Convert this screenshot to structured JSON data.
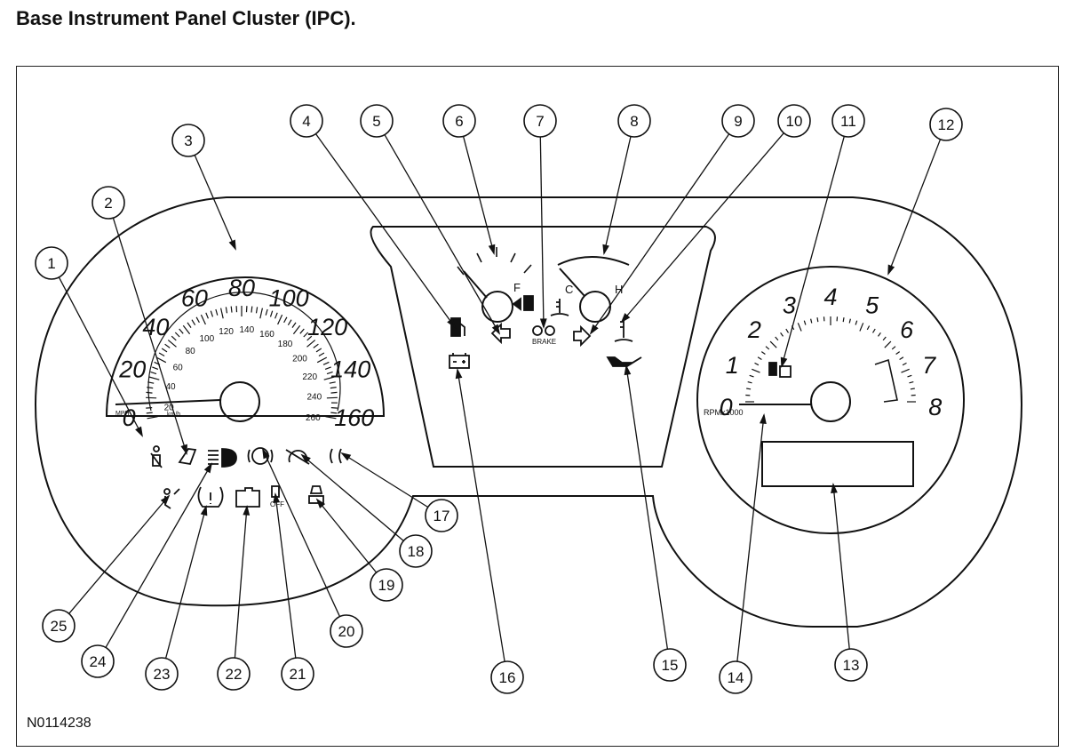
{
  "title": "Base Instrument Panel Cluster (IPC).",
  "figure_id": "N0114238",
  "speedometer": {
    "mph_scale": [
      "0",
      "20",
      "40",
      "60",
      "80",
      "100",
      "120",
      "140",
      "160"
    ],
    "kmh_scale": [
      "20",
      "40",
      "60",
      "80",
      "100",
      "120",
      "140",
      "160",
      "180",
      "200",
      "220",
      "240",
      "260"
    ],
    "unit_mph": "MPH",
    "unit_kmh": "km/h"
  },
  "tachometer": {
    "scale": [
      "0",
      "1",
      "2",
      "3",
      "4",
      "5",
      "6",
      "7",
      "8"
    ],
    "unit": "RPMx1000"
  },
  "gauges": {
    "fuel_full": "F",
    "temp_cold": "C",
    "temp_hot": "H"
  },
  "indicators": {
    "brake_label": "BRAKE",
    "off_label": "OFF"
  },
  "callouts": [
    {
      "n": "1"
    },
    {
      "n": "2"
    },
    {
      "n": "3"
    },
    {
      "n": "4"
    },
    {
      "n": "5"
    },
    {
      "n": "6"
    },
    {
      "n": "7"
    },
    {
      "n": "8"
    },
    {
      "n": "9"
    },
    {
      "n": "10"
    },
    {
      "n": "11"
    },
    {
      "n": "12"
    },
    {
      "n": "13"
    },
    {
      "n": "14"
    },
    {
      "n": "15"
    },
    {
      "n": "16"
    },
    {
      "n": "17"
    },
    {
      "n": "18"
    },
    {
      "n": "19"
    },
    {
      "n": "20"
    },
    {
      "n": "21"
    },
    {
      "n": "22"
    },
    {
      "n": "23"
    },
    {
      "n": "24"
    },
    {
      "n": "25"
    }
  ]
}
